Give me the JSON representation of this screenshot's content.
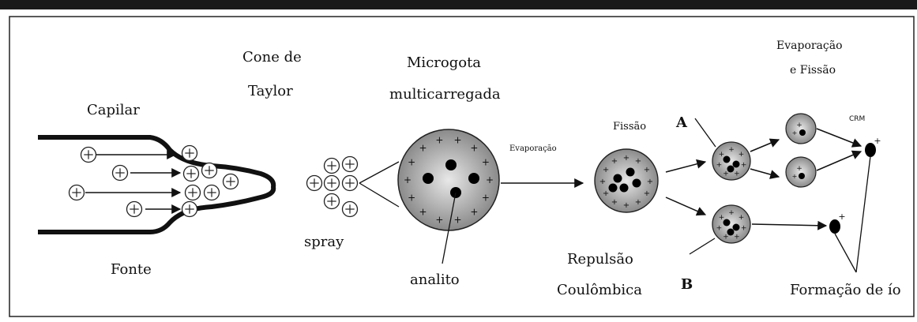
{
  "labels": {
    "capilar": "Capilar",
    "fonte": "Fonte",
    "cone_line1": "Cone de",
    "cone_line2": "Taylor",
    "spray": "spray",
    "microgota_line1": "Microgota",
    "microgota_line2": "multicarregada",
    "analito": "analito",
    "evaporacao": "Evaporação",
    "fissao": "Fissão",
    "repulsao_line1": "Repulsão",
    "repulsao_line2": "Coulômbica",
    "path_a": "A",
    "path_b": "B",
    "evap_fissao_line1": "Evaporação",
    "evap_fissao_line2": "e Fissão",
    "crm": "CRM",
    "formacao": "Formação de ío"
  },
  "symbols": {
    "positive_charge": "+",
    "circled_plus": "⊕"
  }
}
